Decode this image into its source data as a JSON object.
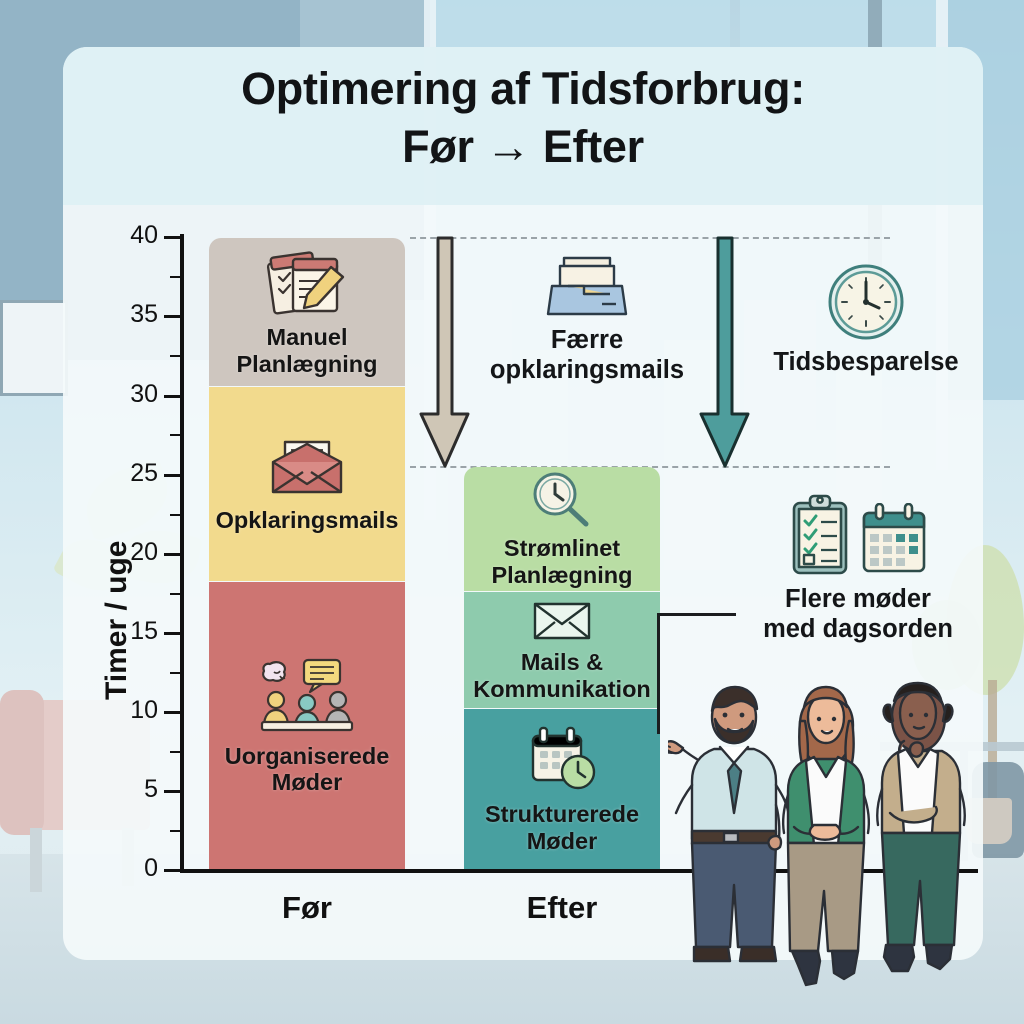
{
  "title": {
    "line1": "Optimering af Tidsforbrug:",
    "line2": "Før → Efter"
  },
  "chart_data": {
    "type": "bar",
    "subtype": "stacked-bar",
    "title": "Optimering af Tidsforbrug: Før → Efter",
    "xlabel": "",
    "ylabel": "Timer / uge",
    "ylim": [
      0,
      40
    ],
    "yticks": [
      0,
      5,
      10,
      15,
      20,
      25,
      30,
      35,
      40
    ],
    "ytick_labels": [
      "0",
      "5",
      "10",
      "15",
      "20",
      "25",
      "30",
      "35",
      "40"
    ],
    "minor_tick_step": 2.5,
    "grid": false,
    "legend": "none",
    "categories": [
      "Før",
      "Efter"
    ],
    "totals": [
      40,
      25.5
    ],
    "series": [
      {
        "name": "Uorganiserede Møder",
        "stack_order": 1,
        "values": [
          18,
          null
        ],
        "color": "#cd7572"
      },
      {
        "name": "Opklaringsmails",
        "stack_order": 2,
        "values": [
          12.4,
          null
        ],
        "color": "#f2da8d"
      },
      {
        "name": "Manuel Planlægning",
        "stack_order": 3,
        "values": [
          9.6,
          null
        ],
        "color": "#cec6bf"
      },
      {
        "name": "Strukturerede Møder",
        "stack_order": 1,
        "values": [
          null,
          10.2
        ],
        "color": "#48a0a0"
      },
      {
        "name": "Mails & Kommunikation",
        "stack_order": 2,
        "values": [
          null,
          7.3
        ],
        "color": "#8ecbad"
      },
      {
        "name": "Strømlinet Planlægning",
        "stack_order": 3,
        "values": [
          null,
          8.0
        ],
        "color": "#b7ddа1"
      }
    ],
    "bar_segments": {
      "for": [
        {
          "label_line1": "Manuel",
          "label_line2": "Planlægning",
          "value": 9.6,
          "from": 30.4,
          "to": 40,
          "color": "#cec6bf",
          "icon": "notes-checklist-pencil-icon"
        },
        {
          "label_line1": "Opklaringsmails",
          "label_line2": "",
          "value": 12.4,
          "from": 18,
          "to": 30.4,
          "color": "#f2da8d",
          "icon": "open-envelope-icon"
        },
        {
          "label_line1": "Uorganiserede",
          "label_line2": "Møder",
          "value": 18,
          "from": 0,
          "to": 18,
          "color": "#cd7572",
          "icon": "people-meeting-icon"
        }
      ],
      "efter": [
        {
          "label_line1": "Strømlinet",
          "label_line2": "Planlægning",
          "value": 8.0,
          "from": 17.5,
          "to": 25.5,
          "color": "#b9dda4",
          "icon": "magnifier-clock-icon"
        },
        {
          "label_line1": "Mails &",
          "label_line2": "Kommunikation",
          "value": 7.3,
          "from": 10.2,
          "to": 17.5,
          "color": "#8ecbad",
          "icon": "closed-envelope-icon"
        },
        {
          "label_line1": "Strukturerede",
          "label_line2": "Møder",
          "value": 10.2,
          "from": 0,
          "to": 10.2,
          "color": "#48a0a0",
          "icon": "calendar-clock-icon"
        }
      ]
    },
    "annotations": [
      {
        "id": "arrow-mails",
        "line1": "Færre",
        "line2": "opklaringsmails",
        "icon": "file-tray-icon",
        "arrow": "down",
        "arrow_color": "#cfc6b6",
        "from": 40,
        "to": 25.5
      },
      {
        "id": "arrow-time",
        "line1": "Tidsbesparelse",
        "line2": "",
        "icon": "wall-clock-icon",
        "arrow": "down",
        "arrow_color": "#4e9d9c",
        "from": 40,
        "to": 25.5
      },
      {
        "id": "callout-meetings",
        "line1": "Flere møder",
        "line2": "med dagsorden",
        "icon": "clipboard-checklist-icon",
        "icon2": "calendar-icon",
        "points_to": "Strukturerede Møder"
      }
    ]
  },
  "axis": {
    "y_title": "Timer / uge",
    "y_ticks": [
      "40",
      "35",
      "30",
      "25",
      "20",
      "15",
      "10",
      "5",
      "0"
    ],
    "x_labels": [
      "Før",
      "Efter"
    ]
  },
  "colors": {
    "card": "#f4fafb",
    "card_header": "#def0f4",
    "grey_segment": "#cec6bf",
    "yellow_segment": "#f2da8d",
    "red_segment": "#cd7572",
    "light_green_segment": "#b9dda4",
    "mid_green_segment": "#8ecbad",
    "teal_segment": "#48a0a0",
    "arrow_beige": "#cfc6b6",
    "arrow_teal": "#4e9d9c",
    "text": "#121416"
  },
  "illustration": {
    "scene": "three office colleagues standing, one pointing at the chart",
    "people": [
      {
        "name": "presenter-man",
        "gesture": "pointing at chart",
        "shirt": "light blue shirt with teal tie"
      },
      {
        "name": "colleague-woman",
        "gesture": "hands clasped, smiling",
        "jacket": "green blazer"
      },
      {
        "name": "colleague-woman-2",
        "gesture": "hand on chin, thinking",
        "jacket": "beige blazer"
      }
    ]
  }
}
